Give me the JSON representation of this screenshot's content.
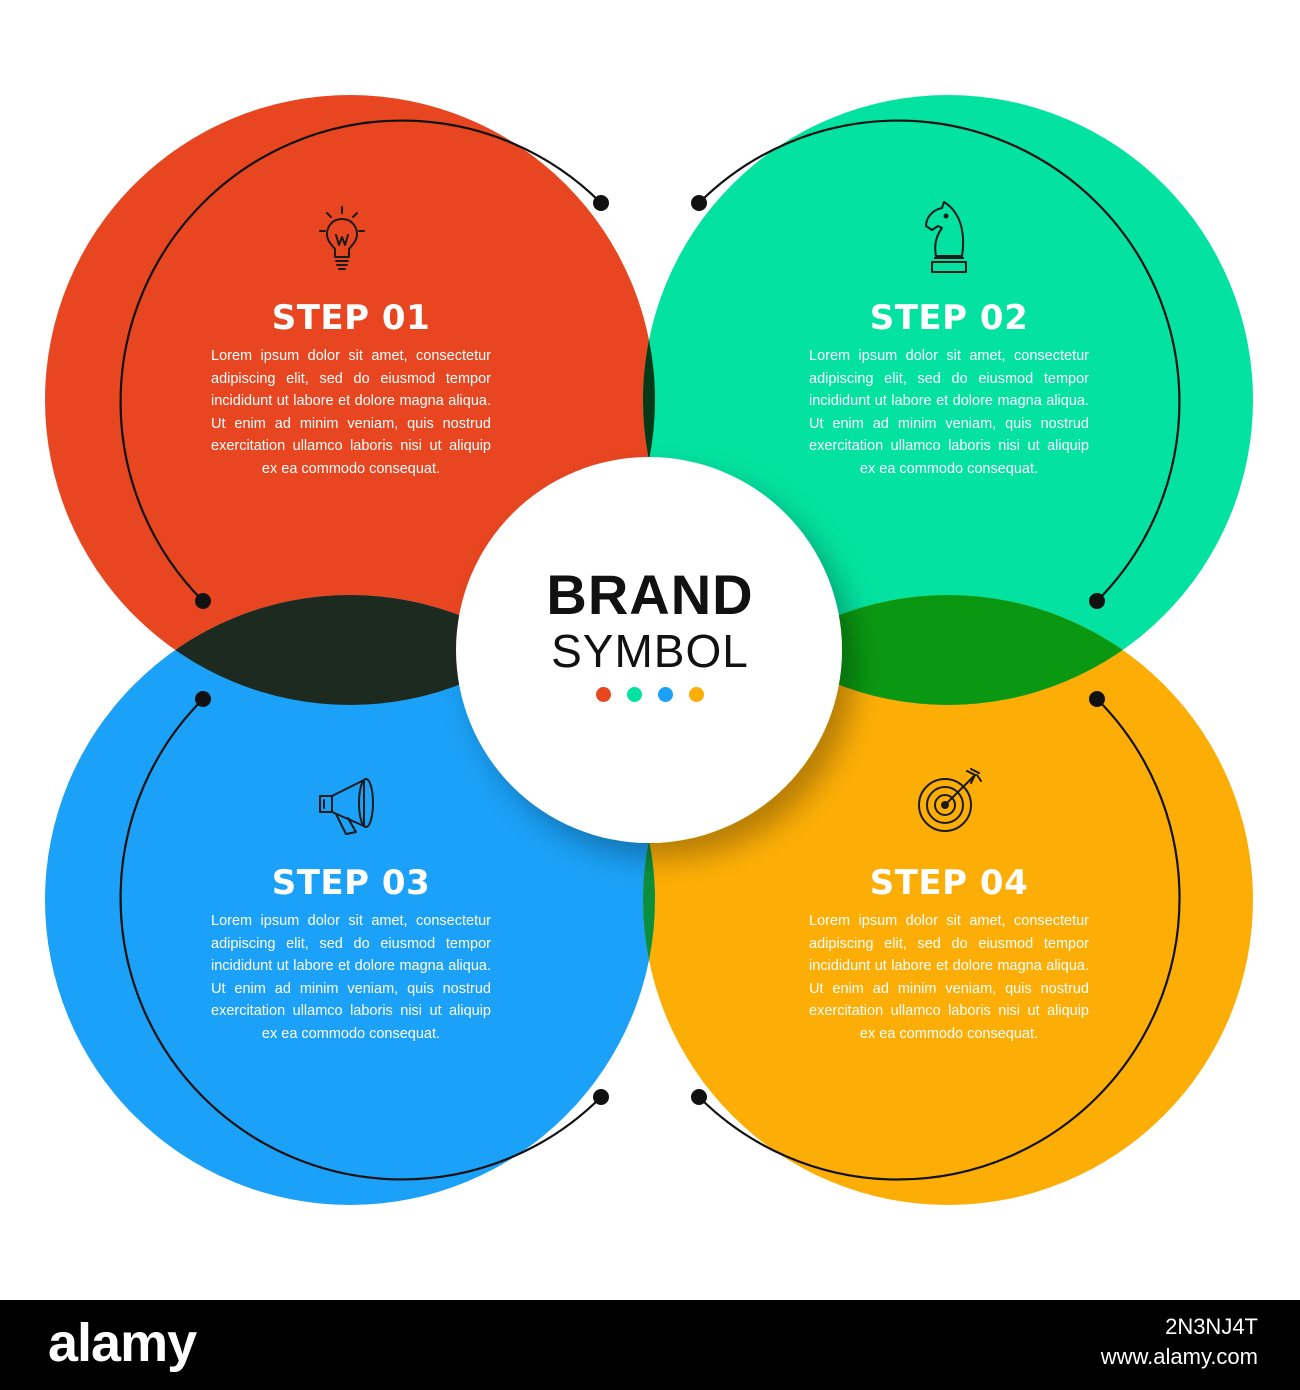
{
  "colors": {
    "red": "#e84620",
    "green": "#03e2a0",
    "blue": "#1ba1f7",
    "yellow": "#fdae06",
    "overlap_red_green": "#043a18",
    "overlap_red_blue": "#1d2a20",
    "overlap_green_yellow": "#0a9812",
    "overlap_blue_yellow": "#0c8f3c"
  },
  "steps": [
    {
      "title": "STEP 01",
      "icon": "lightbulb-icon",
      "body": "Lorem ipsum dolor sit amet, consectetur adipiscing elit, sed do eiusmod tempor incididunt ut labore et dolore magna aliqua. Ut enim ad minim veniam, quis nostrud exercitation ullamco laboris nisi ut aliquip ex ea commodo consequat."
    },
    {
      "title": "STEP 02",
      "icon": "chess-knight-icon",
      "body": "Lorem ipsum dolor sit amet, consectetur adipiscing elit, sed do eiusmod tempor incididunt ut labore et dolore magna aliqua. Ut enim ad minim veniam, quis nostrud exercitation ullamco laboris nisi ut aliquip ex ea commodo consequat."
    },
    {
      "title": "STEP 03",
      "icon": "megaphone-icon",
      "body": "Lorem ipsum dolor sit amet, consectetur adipiscing elit, sed do eiusmod tempor incididunt ut labore et dolore magna aliqua. Ut enim ad minim veniam, quis nostrud exercitation ullamco laboris nisi ut aliquip ex ea commodo consequat."
    },
    {
      "title": "STEP 04",
      "icon": "target-arrow-icon",
      "body": "Lorem ipsum dolor sit amet, consectetur adipiscing elit, sed do eiusmod tempor incididunt ut labore et dolore magna aliqua. Ut enim ad minim veniam, quis nostrud exercitation ullamco laboris nisi ut aliquip ex ea commodo consequat."
    }
  ],
  "center": {
    "title": "BRAND",
    "subtitle": "SYMBOL"
  },
  "watermark": {
    "logo": "alamy",
    "image_id": "2N3NJ4T",
    "url": "www.alamy.com"
  }
}
